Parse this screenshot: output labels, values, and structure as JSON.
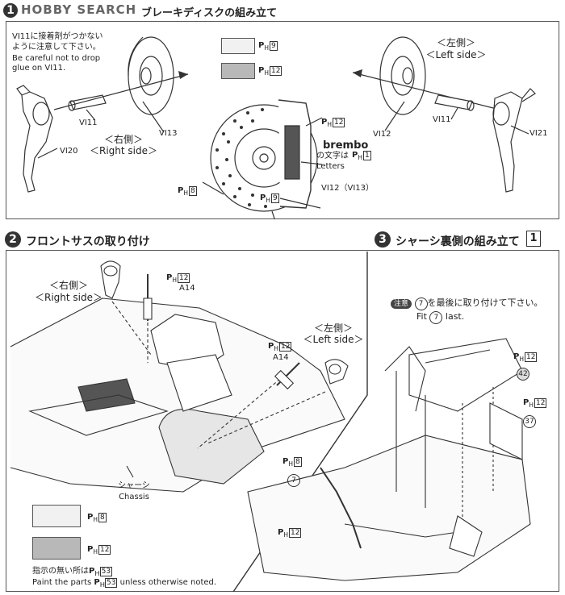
{
  "header": {
    "logo_text": "HOBBY SEARCH",
    "title": "ブレーキディスクの組み立て",
    "step_number": "1"
  },
  "step1": {
    "note_jp_line1": "VI11に接着剤がつかない",
    "note_jp_line2": "ように注意して下さい。",
    "note_en_line1": "Be careful not to drop",
    "note_en_line2": "glue on VI11.",
    "right_side_jp": "＜右側＞",
    "right_side_en": "＜Right side＞",
    "left_side_jp": "＜左側＞",
    "left_side_en": "＜Left side＞",
    "part_vi11_right": "VI11",
    "part_vi13": "VI13",
    "part_vi20": "VI20",
    "part_vi12": "VI12",
    "part_vi11_left": "VI11",
    "part_vi21": "VI21",
    "rotor_label": "VI12（VI13）",
    "brembo_word": "brembo",
    "brembo_jp": "の文字は",
    "brembo_en": "Letters",
    "swatch_labels": [
      "9",
      "12"
    ],
    "paint_caliper": "12",
    "paint_disc": "8",
    "paint_brembo": "1",
    "paint_rotor": "9"
  },
  "step2": {
    "number": "2",
    "title": "フロントサスの取り付け",
    "right_side_jp": "＜右側＞",
    "right_side_en": "＜Right side＞",
    "left_side_jp": "＜左側＞",
    "left_side_en": "＜Left side＞",
    "part_a14_right": "A14",
    "part_a14_left": "A14",
    "paint_a14_right": "12",
    "paint_a14_left": "12",
    "chassis_jp": "シャーシ",
    "chassis_en": "Chassis",
    "swatch_labels": [
      "8",
      "12"
    ],
    "default_jp": "指示の無い所は",
    "default_en_a": "Paint the parts",
    "default_en_b": "unless otherwise noted.",
    "default_paint": "53"
  },
  "step3": {
    "number": "3",
    "title": "シャーシ裏側の組み立て",
    "page_number": "1",
    "caution_badge": "注意",
    "caution_part": "7",
    "caution_jp": "を最後に取り付けて下さい。",
    "fit_text": "Fit",
    "last_text": "last.",
    "part_42": "42",
    "part_37": "37",
    "part_7": "7",
    "paint_42": "12",
    "paint_37": "12",
    "paint_7": "8",
    "paint_bottom": "12"
  },
  "paint_prefix": "P",
  "paint_sub": "H"
}
